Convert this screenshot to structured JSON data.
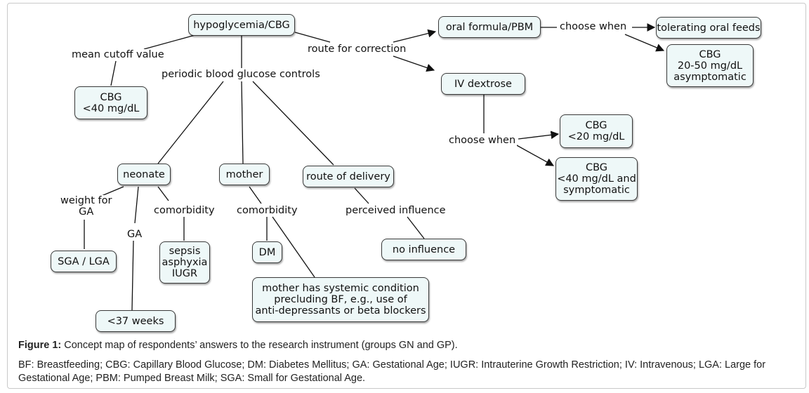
{
  "nodes": {
    "root": "hypoglycemia/CBG",
    "cbg40": "CBG\n<40 mg/dL",
    "neonate": "neonate",
    "mother": "mother",
    "route_delivery": "route of delivery",
    "sga_lga": "SGA / LGA",
    "sepsis": "sepsis\nasphyxia\nIUGR",
    "weeks37": "<37 weeks",
    "dm": "DM",
    "systemic": "mother has systemic condition\nprecluding BF, e.g., use of\nanti-depressants or beta blockers",
    "no_influence": "no influence",
    "oral_formula": "oral formula/PBM",
    "tolerating": "tolerating oral feeds",
    "cbg2050": "CBG\n20-50 mg/dL\nasymptomatic",
    "iv_dextrose": "IV dextrose",
    "cbg20": "CBG\n<20 mg/dL",
    "cbg40_sym": "CBG\n<40 mg/dL and\nsymptomatic"
  },
  "labels": {
    "mean_cutoff": "mean cutoff value",
    "periodic": "periodic blood glucose controls",
    "route_correction": "route for correction",
    "choose_when_1": "choose when",
    "choose_when_2": "choose when",
    "weight_ga": "weight for\nGA",
    "ga": "GA",
    "comorbidity_1": "comorbidity",
    "comorbidity_2": "comorbidity",
    "perceived": "perceived influence"
  },
  "caption": {
    "figure_label": "Figure 1:",
    "figure_text": " Concept map of respondents’ answers to the research instrument (groups GN and GP).",
    "abbreviations": "BF: Breastfeeding; CBG: Capillary Blood Glucose; DM: Diabetes Mellitus; GA: Gestational Age; IUGR: Intrauterine Growth Restriction; IV: Intravenous; LGA: Large for Gestational Age; PBM: Pumped Breast Milk; SGA: Small for Gestational Age."
  }
}
